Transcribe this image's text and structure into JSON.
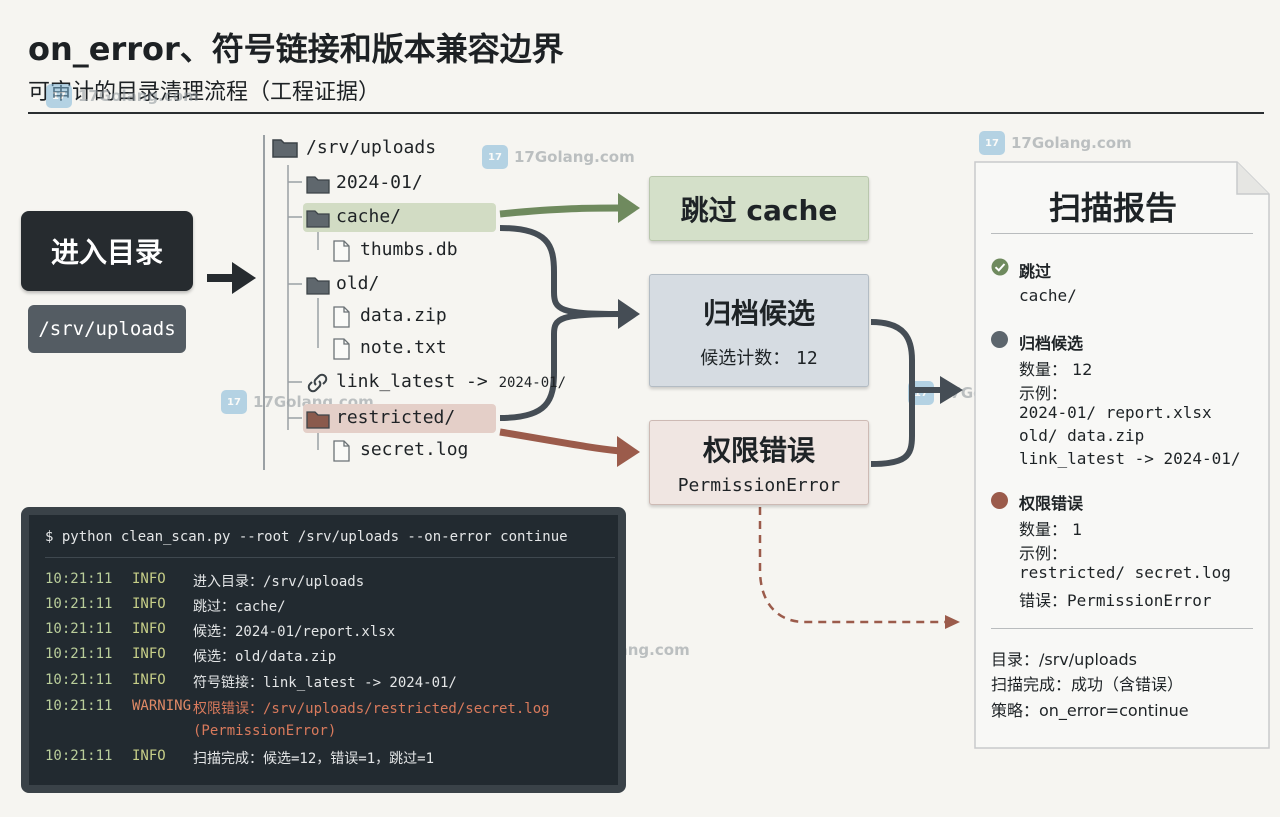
{
  "header": {
    "title": "on_error、符号链接和版本兼容边界",
    "subtitle": "可审计的目录清理流程（工程证据）"
  },
  "watermark": {
    "text": "17Golang.com",
    "icon": "17"
  },
  "entry": {
    "label": "进入目录",
    "path": "/srv/uploads"
  },
  "tree": {
    "root": "/srv/uploads",
    "items": [
      {
        "icon": "folder-icon",
        "label": "2024-01/"
      },
      {
        "icon": "folder-icon",
        "label": "cache/"
      },
      {
        "icon": "file-icon",
        "label": "thumbs.db"
      },
      {
        "icon": "folder-icon",
        "label": "old/"
      },
      {
        "icon": "file-icon",
        "label": "data.zip"
      },
      {
        "icon": "file-icon",
        "label": "note.txt"
      },
      {
        "icon": "symlink-icon",
        "label": "link_latest",
        "arrow": "->",
        "target": "2024-01/"
      },
      {
        "icon": "folder-icon",
        "label": "restricted/"
      },
      {
        "icon": "file-icon",
        "label": "secret.log"
      }
    ]
  },
  "destinations": {
    "skip": {
      "label": "跳过 cache"
    },
    "archive": {
      "label": "归档候选",
      "count_label": "候选计数：",
      "count": "12"
    },
    "error": {
      "label": "权限错误",
      "detail": "PermissionError"
    }
  },
  "terminal": {
    "command": "$ python clean_scan.py --root /srv/uploads --on-error continue",
    "lines": [
      {
        "time": "10:21:11",
        "level": "INFO",
        "msg": "进入目录：/srv/uploads"
      },
      {
        "time": "10:21:11",
        "level": "INFO",
        "msg": "跳过：cache/"
      },
      {
        "time": "10:21:11",
        "level": "INFO",
        "msg": "候选：2024-01/report.xlsx"
      },
      {
        "time": "10:21:11",
        "level": "INFO",
        "msg": "候选：old/data.zip"
      },
      {
        "time": "10:21:11",
        "level": "INFO",
        "msg": "符号链接：link_latest -> 2024-01/"
      },
      {
        "time": "10:21:11",
        "level": "WARNING",
        "msg": "权限错误：/srv/uploads/restricted/secret.log",
        "msg2": "(PermissionError)"
      },
      {
        "time": "10:21:11",
        "level": "INFO",
        "msg": "扫描完成：候选=12，错误=1，跳过=1"
      }
    ]
  },
  "report": {
    "title": "扫描报告",
    "skip": {
      "heading": "跳过",
      "value": "cache/"
    },
    "archive": {
      "heading": "归档候选",
      "count_line": "数量： 12",
      "examples_label": "示例：",
      "examples": [
        "2024-01/ report.xlsx",
        "old/ data.zip",
        "link_latest -> 2024-01/"
      ]
    },
    "error": {
      "heading": "权限错误",
      "count_line": "数量： 1",
      "examples_label": "示例：",
      "example": "restricted/ secret.log",
      "error_line": "错误：PermissionError"
    },
    "footer": [
      "目录：/srv/uploads",
      "扫描完成：成功（含错误）",
      "策略：on_error=continue"
    ]
  },
  "colors": {
    "dark": "#262b2f",
    "skip_green": "#d4e0c9",
    "archive_blue": "#d6dce2",
    "error_red": "#f0e6e2",
    "arrow_green": "#6f8a5e",
    "arrow_dark": "#454d55",
    "arrow_red": "#9b5b4b"
  }
}
